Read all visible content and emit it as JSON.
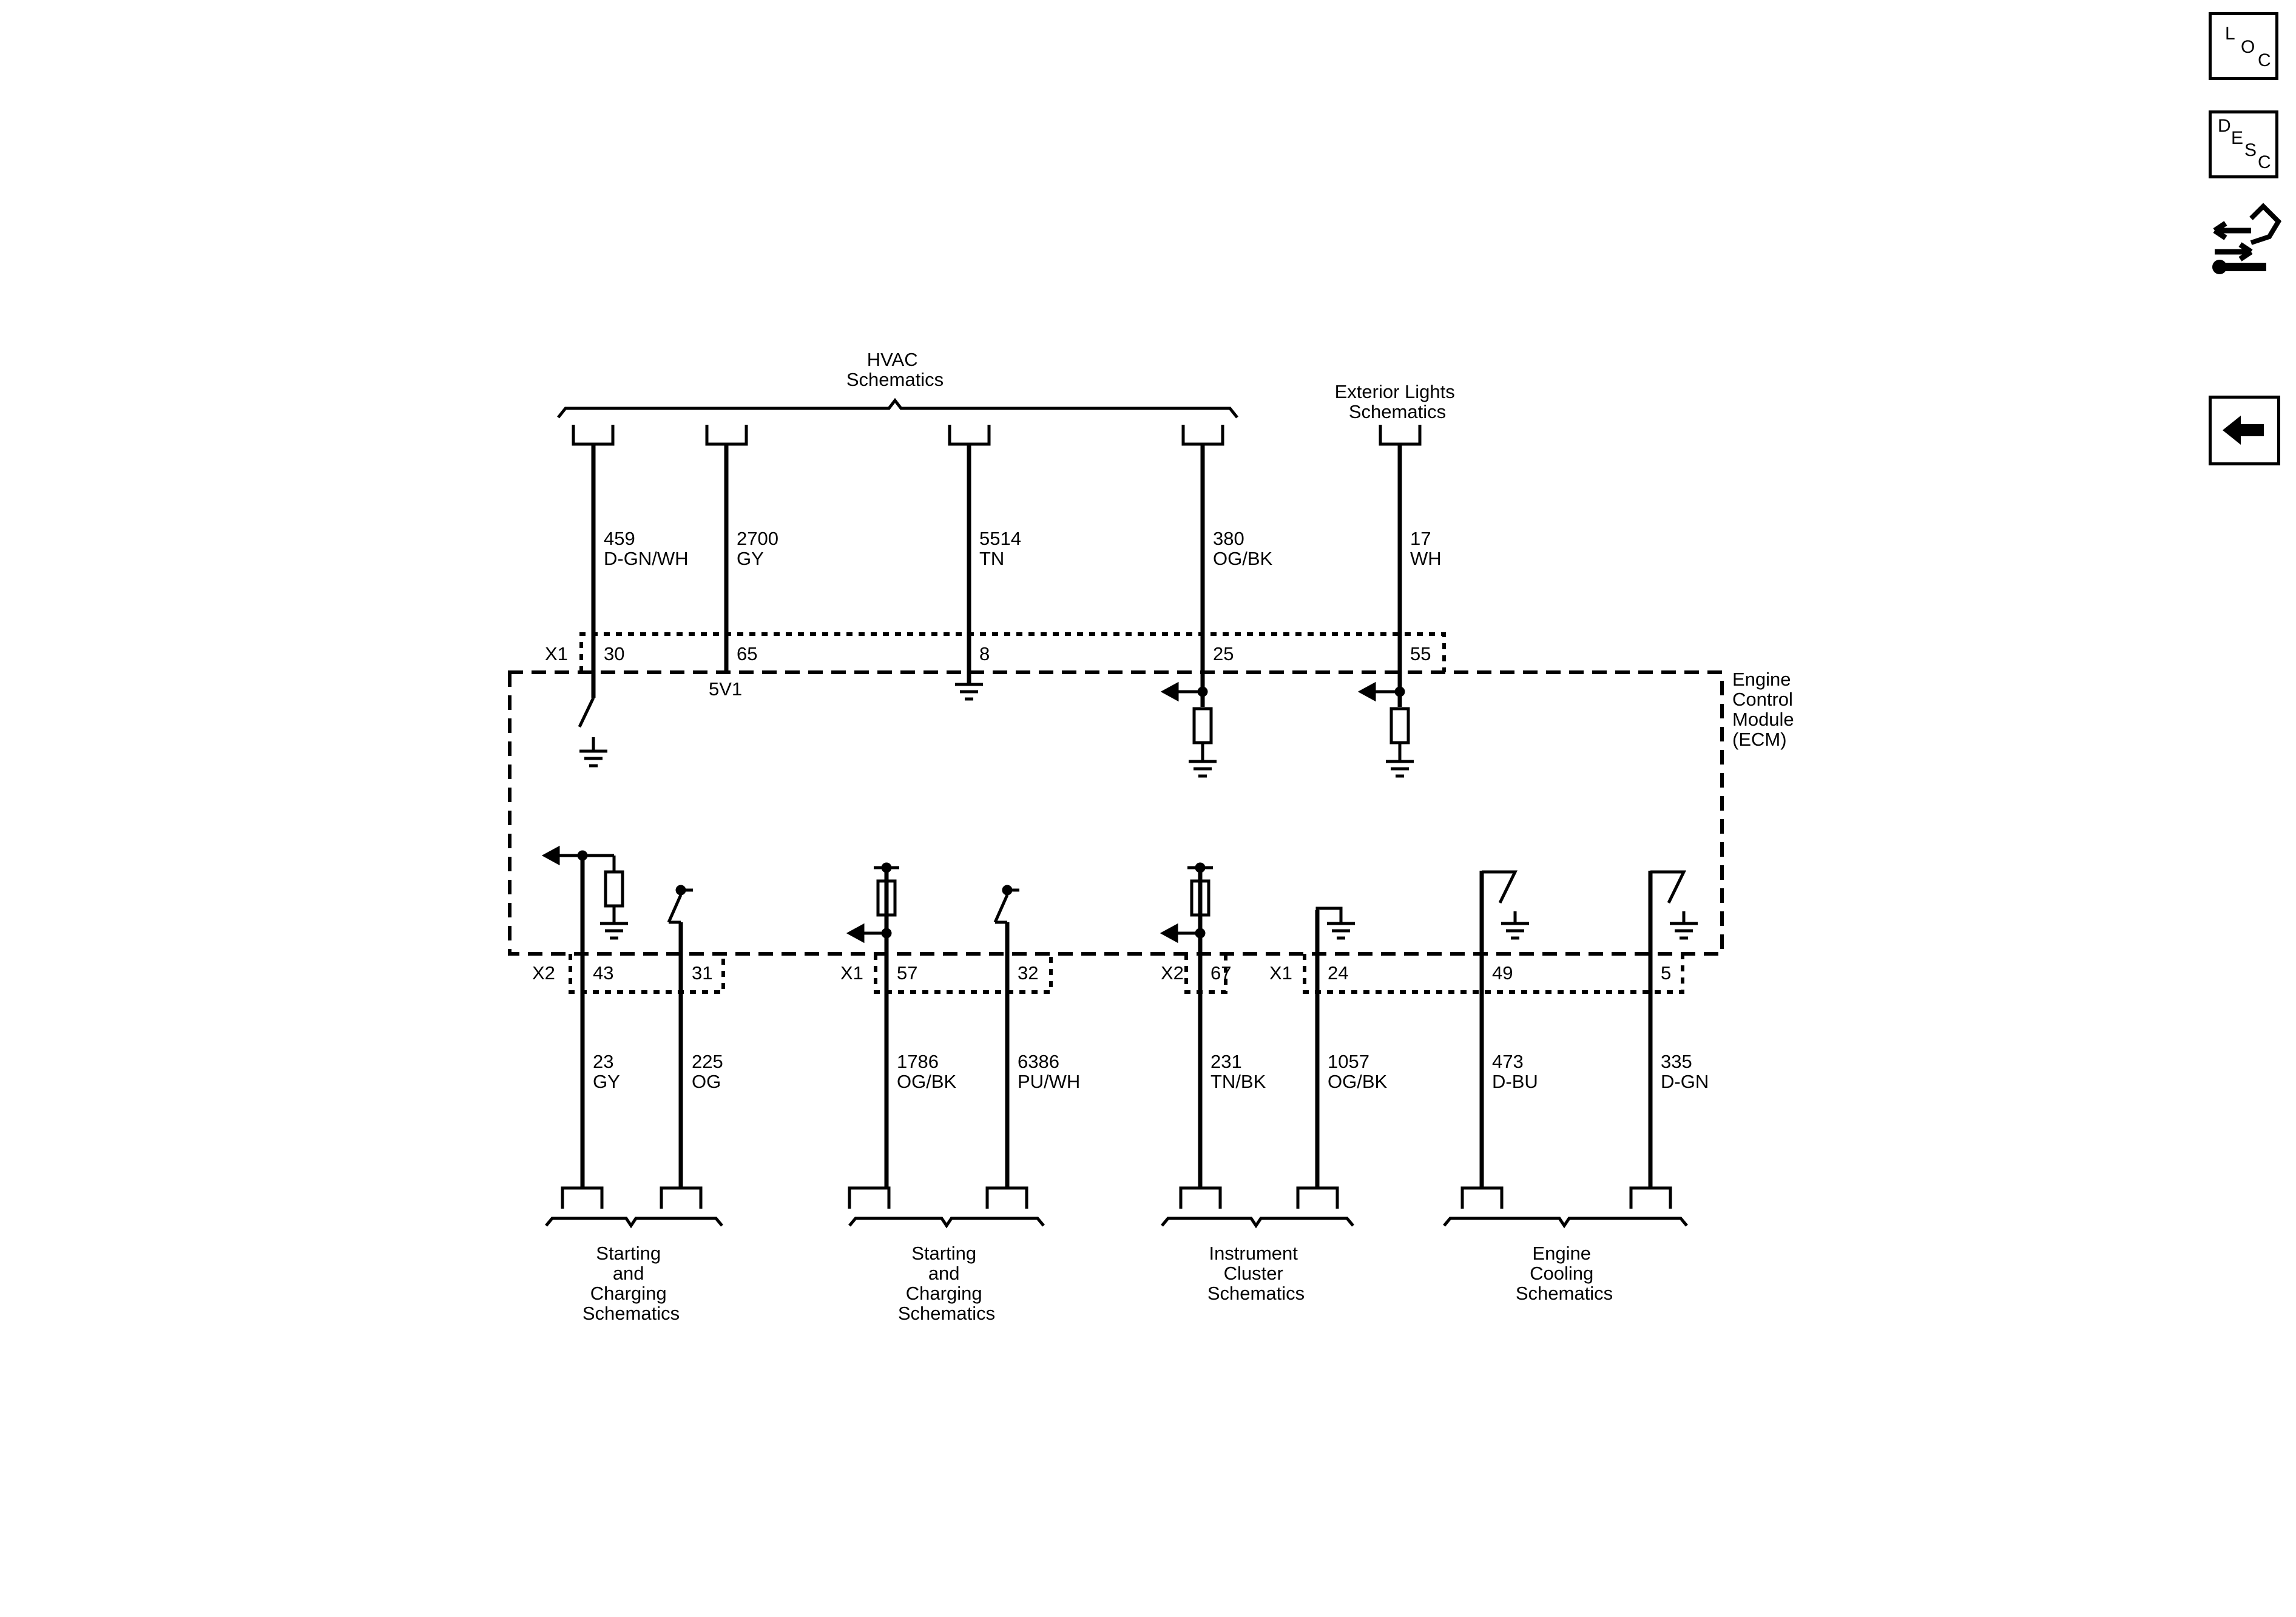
{
  "toolbar": {
    "loc": [
      "L",
      "O",
      "C"
    ],
    "desc": [
      "D",
      "E",
      "S",
      "C"
    ]
  },
  "groups": {
    "hvac": [
      "HVAC",
      "Schematics"
    ],
    "exterior": [
      "Exterior Lights",
      "Schematics"
    ],
    "ecm": [
      "Engine",
      "Control",
      "Module",
      "(ECM)"
    ],
    "start1": [
      "Starting",
      "and",
      "Charging",
      "Schematics"
    ],
    "start2": [
      "Starting",
      "and",
      "Charging",
      "Schematics"
    ],
    "cluster": [
      "Instrument",
      "Cluster",
      "Schematics"
    ],
    "cooling": [
      "Engine",
      "Cooling",
      "Schematics"
    ]
  },
  "connectors": {
    "x1_top": "X1",
    "x2_a": "X2",
    "x1_b": "X1",
    "x2_c": "X2",
    "x1_d": "X1"
  },
  "ref_5v": "5V1",
  "top_circuits": [
    {
      "pin": "30",
      "circuit": "459",
      "color": "D-GN/WH"
    },
    {
      "pin": "65",
      "circuit": "2700",
      "color": "GY"
    },
    {
      "pin": "8",
      "circuit": "5514",
      "color": "TN"
    },
    {
      "pin": "25",
      "circuit": "380",
      "color": "OG/BK"
    },
    {
      "pin": "55",
      "circuit": "17",
      "color": "WH"
    }
  ],
  "bottom_circuits": [
    {
      "pin": "43",
      "circuit": "23",
      "color": "GY"
    },
    {
      "pin": "31",
      "circuit": "225",
      "color": "OG"
    },
    {
      "pin": "57",
      "circuit": "1786",
      "color": "OG/BK"
    },
    {
      "pin": "32",
      "circuit": "6386",
      "color": "PU/WH"
    },
    {
      "pin": "67",
      "circuit": "231",
      "color": "TN/BK"
    },
    {
      "pin": "24",
      "circuit": "1057",
      "color": "OG/BK"
    },
    {
      "pin": "49",
      "circuit": "473",
      "color": "D-BU"
    },
    {
      "pin": "5",
      "circuit": "335",
      "color": "D-GN"
    }
  ]
}
